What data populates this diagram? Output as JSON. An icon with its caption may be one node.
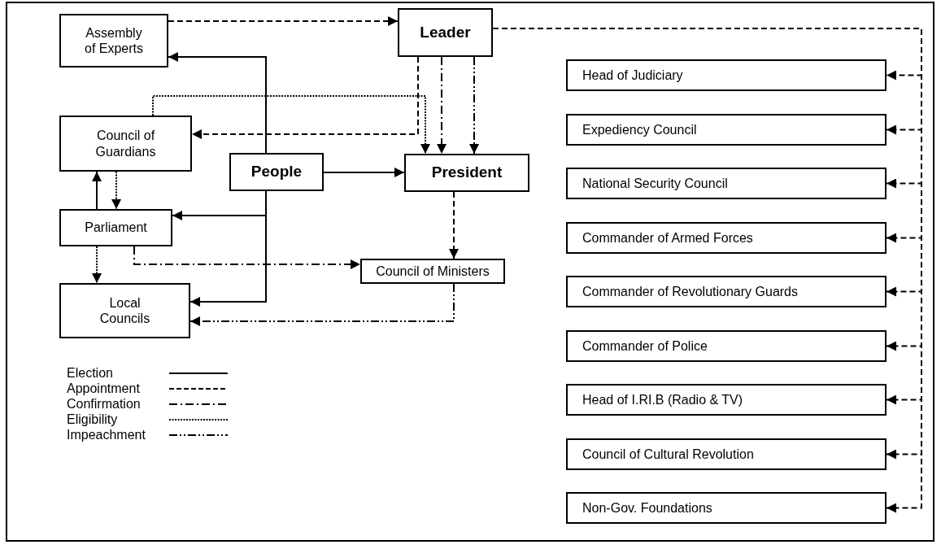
{
  "diagram": {
    "nodes": [
      {
        "text": [
          "Assembly of Experts"
        ]
      },
      {
        "text": [
          "Leader"
        ]
      },
      {
        "text": [
          "Council of Guardians"
        ]
      },
      {
        "text": [
          "People"
        ]
      },
      {
        "text": [
          "President"
        ]
      },
      {
        "text": [
          "Parliament"
        ]
      },
      {
        "text": [
          "Council of Ministers"
        ]
      },
      {
        "text": [
          "Local Councils"
        ]
      },
      {
        "text": [
          "Head of Judiciary"
        ]
      },
      {
        "text": [
          "Expediency Council"
        ]
      },
      {
        "text": [
          "National Security Council"
        ]
      },
      {
        "text": [
          "Commander of Armed Forces"
        ]
      },
      {
        "text": [
          "Commander of Revolutionary Guards"
        ]
      },
      {
        "text": [
          "Commander of Police"
        ]
      },
      {
        "text": [
          "Head of I.RI.B (Radio & TV)"
        ]
      },
      {
        "text": [
          "Council of Cultural Revolution"
        ]
      },
      {
        "text": [
          "Non-Gov. Foundations"
        ]
      }
    ],
    "edges": [
      {
        "from": 0,
        "to": 1,
        "arrow": "to",
        "style": "dashed"
      },
      {
        "from": 3,
        "to": 0,
        "arrow": "to"
      },
      {
        "from": 1,
        "to": 2,
        "arrow": "to",
        "style": "dashed"
      },
      {
        "from": 2,
        "to": 4,
        "arrow": "to",
        "style": "dashed"
      },
      {
        "from": 1,
        "to": 4,
        "arrow": "to",
        "style": "dashed"
      },
      {
        "from": 1,
        "to": 4,
        "arrow": "to",
        "style": "dashed"
      },
      {
        "from": 3,
        "to": 4,
        "arrow": "to"
      },
      {
        "from": 5,
        "to": 2,
        "arrow": "to"
      },
      {
        "from": 2,
        "to": 5,
        "arrow": "to",
        "style": "dashed"
      },
      {
        "from": 3,
        "to": 5,
        "arrow": "to"
      },
      {
        "from": 3,
        "to": 7,
        "arrow": "to"
      },
      {
        "from": 4,
        "to": 6,
        "arrow": "to",
        "style": "dashed"
      },
      {
        "from": 5,
        "to": 6,
        "arrow": "to",
        "style": "dashed"
      },
      {
        "from": 5,
        "to": 7,
        "arrow": "to",
        "style": "dashed"
      },
      {
        "from": 6,
        "to": 7,
        "arrow": "to",
        "style": "dashed"
      },
      {
        "from": 1,
        "to": 8,
        "arrow": "to",
        "style": "dashed"
      },
      {
        "from": 1,
        "to": 9,
        "arrow": "to",
        "style": "dashed"
      },
      {
        "from": 1,
        "to": 10,
        "arrow": "to",
        "style": "dashed"
      },
      {
        "from": 1,
        "to": 11,
        "arrow": "to",
        "style": "dashed"
      },
      {
        "from": 1,
        "to": 12,
        "arrow": "to",
        "style": "dashed"
      },
      {
        "from": 1,
        "to": 13,
        "arrow": "to",
        "style": "dashed"
      },
      {
        "from": 1,
        "to": 14,
        "arrow": "to",
        "style": "dashed"
      },
      {
        "from": 1,
        "to": 15,
        "arrow": "to",
        "style": "dashed"
      },
      {
        "from": 1,
        "to": 16,
        "arrow": "to",
        "style": "dashed"
      }
    ],
    "legend": [
      {
        "text": "Election"
      },
      {
        "text": "Appointment"
      },
      {
        "text": "Confirmation"
      },
      {
        "text": "Eligibility"
      },
      {
        "text": "Impeachment"
      }
    ]
  }
}
